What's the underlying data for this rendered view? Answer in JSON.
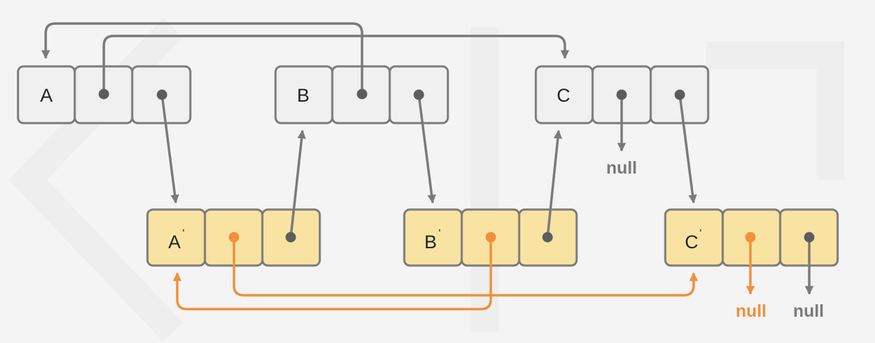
{
  "colors": {
    "background": "#f4f4f4",
    "original_fill": "#f0f0f0",
    "copy_fill": "#f9e3a2",
    "box_stroke": "#7a7a7a",
    "gray_arrow": "#7a7a7a",
    "orange_arrow": "#f0903a",
    "dot_gray": "#5c5c5c",
    "dot_orange": "#f0903a"
  },
  "original_nodes": [
    {
      "label": "A"
    },
    {
      "label": "B"
    },
    {
      "label": "C"
    }
  ],
  "copy_nodes": [
    {
      "label": "A",
      "mark": "'"
    },
    {
      "label": "B",
      "mark": "'"
    },
    {
      "label": "C",
      "mark": "'"
    }
  ],
  "null_labels": {
    "c_random": "null",
    "c_copy_random": "null",
    "c_copy_next": "null"
  }
}
